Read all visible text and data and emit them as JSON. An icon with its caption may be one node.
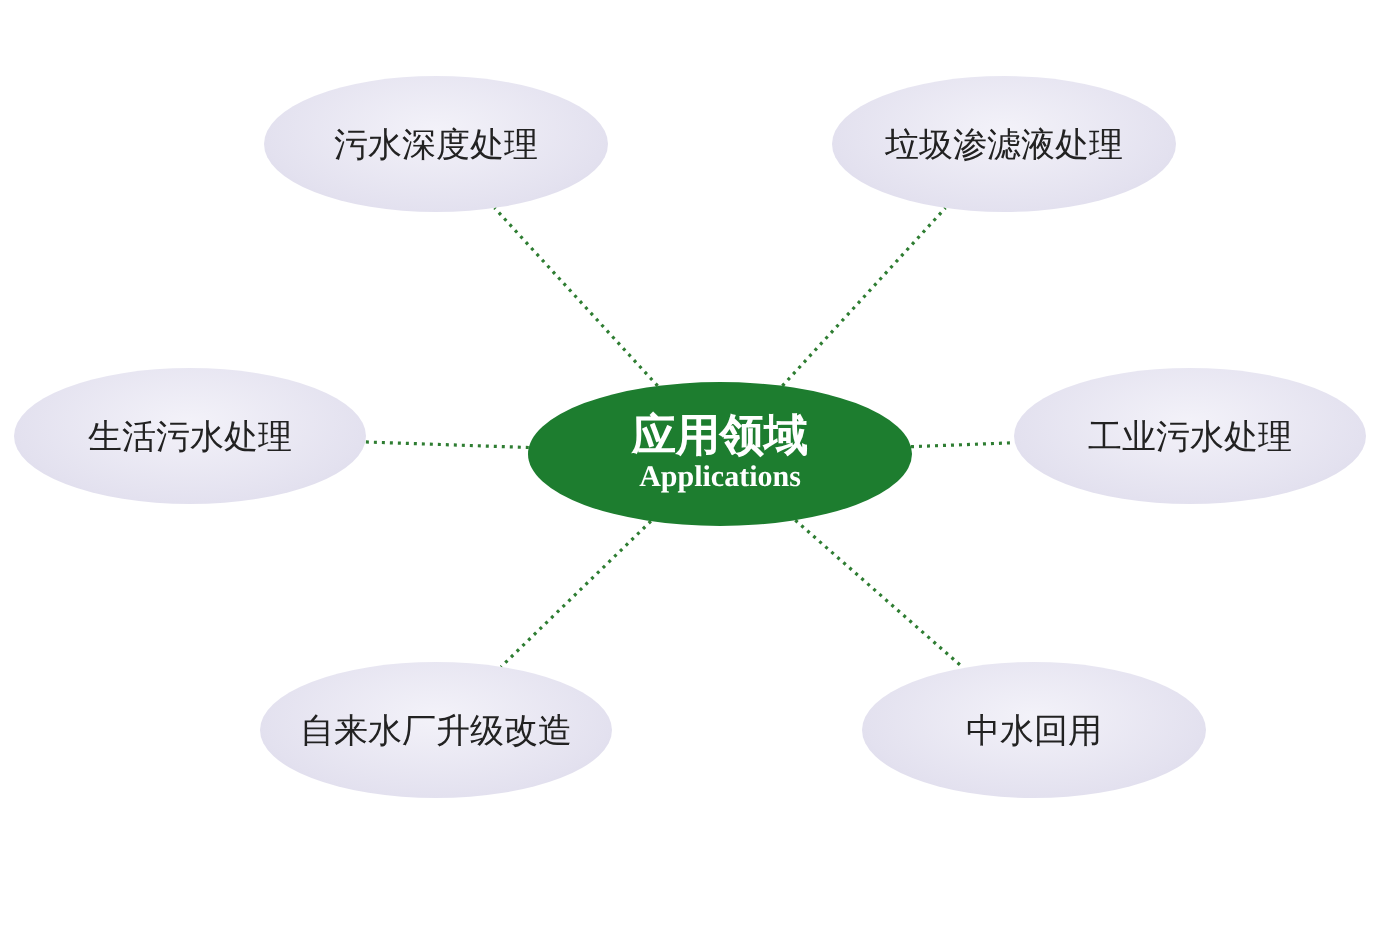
{
  "diagram": {
    "nodes": [
      {
        "text": [
          "污水深度处理"
        ]
      },
      {
        "text": [
          "垃圾渗滤液处理"
        ]
      },
      {
        "text": [
          "生活污水处理"
        ]
      },
      {
        "text": [
          "应用领域",
          "Applications"
        ]
      },
      {
        "text": [
          "工业污水处理"
        ]
      },
      {
        "text": [
          "自来水厂升级改造"
        ]
      },
      {
        "text": [
          "中水回用"
        ]
      }
    ],
    "edges": [
      {
        "from": 3,
        "to": 0,
        "arrow": "none"
      },
      {
        "from": 3,
        "to": 1,
        "arrow": "none"
      },
      {
        "from": 3,
        "to": 2,
        "arrow": "none"
      },
      {
        "from": 3,
        "to": 4,
        "arrow": "none"
      },
      {
        "from": 3,
        "to": 5,
        "arrow": "none"
      },
      {
        "from": 3,
        "to": 6,
        "arrow": "none"
      }
    ]
  }
}
